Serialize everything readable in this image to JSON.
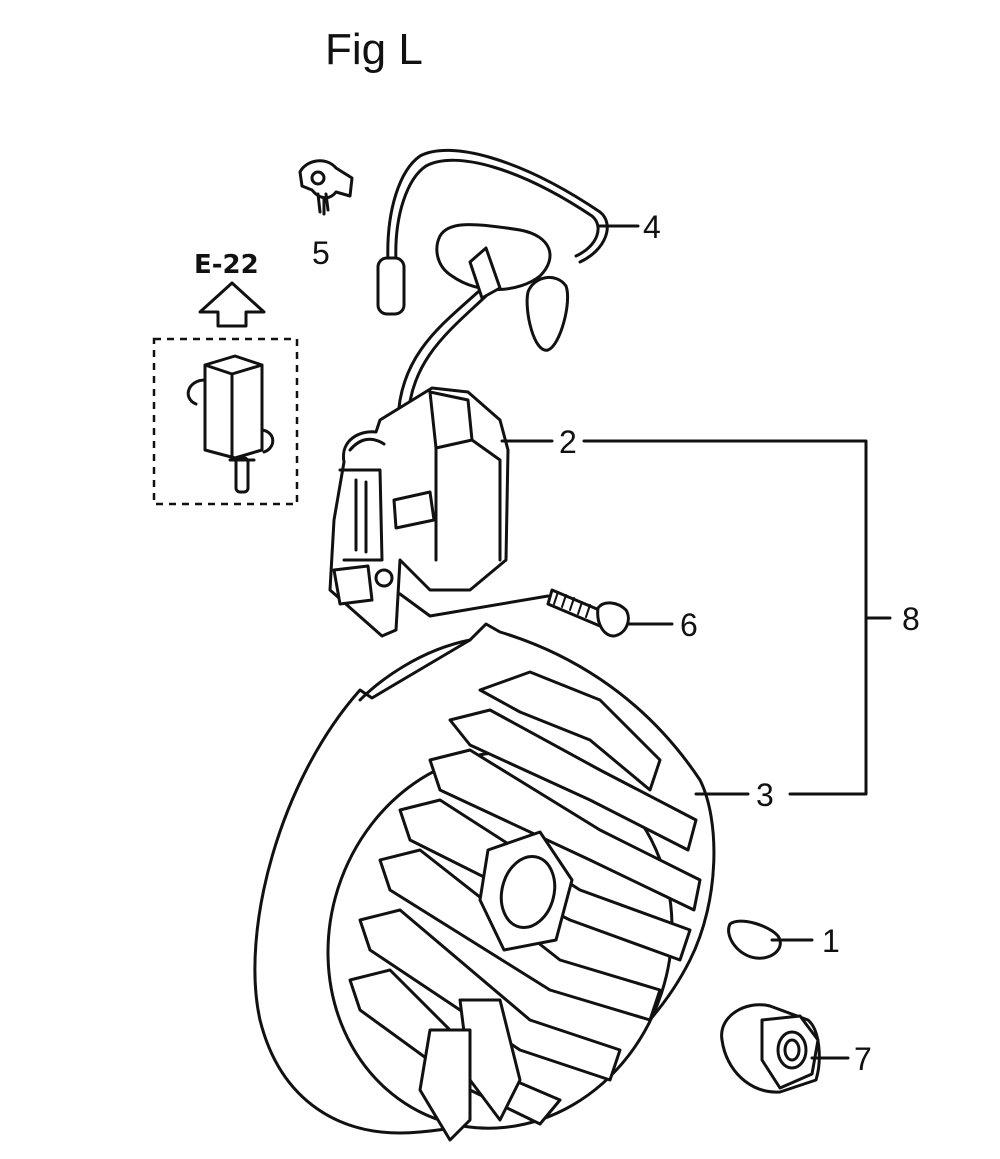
{
  "figure": {
    "title": "Fig L",
    "reference": "E-22"
  },
  "callouts": [
    {
      "id": "1",
      "label": "1"
    },
    {
      "id": "2",
      "label": "2"
    },
    {
      "id": "3",
      "label": "3"
    },
    {
      "id": "4",
      "label": "4"
    },
    {
      "id": "5",
      "label": "5"
    },
    {
      "id": "6",
      "label": "6"
    },
    {
      "id": "7",
      "label": "7"
    },
    {
      "id": "8",
      "label": "8"
    }
  ]
}
